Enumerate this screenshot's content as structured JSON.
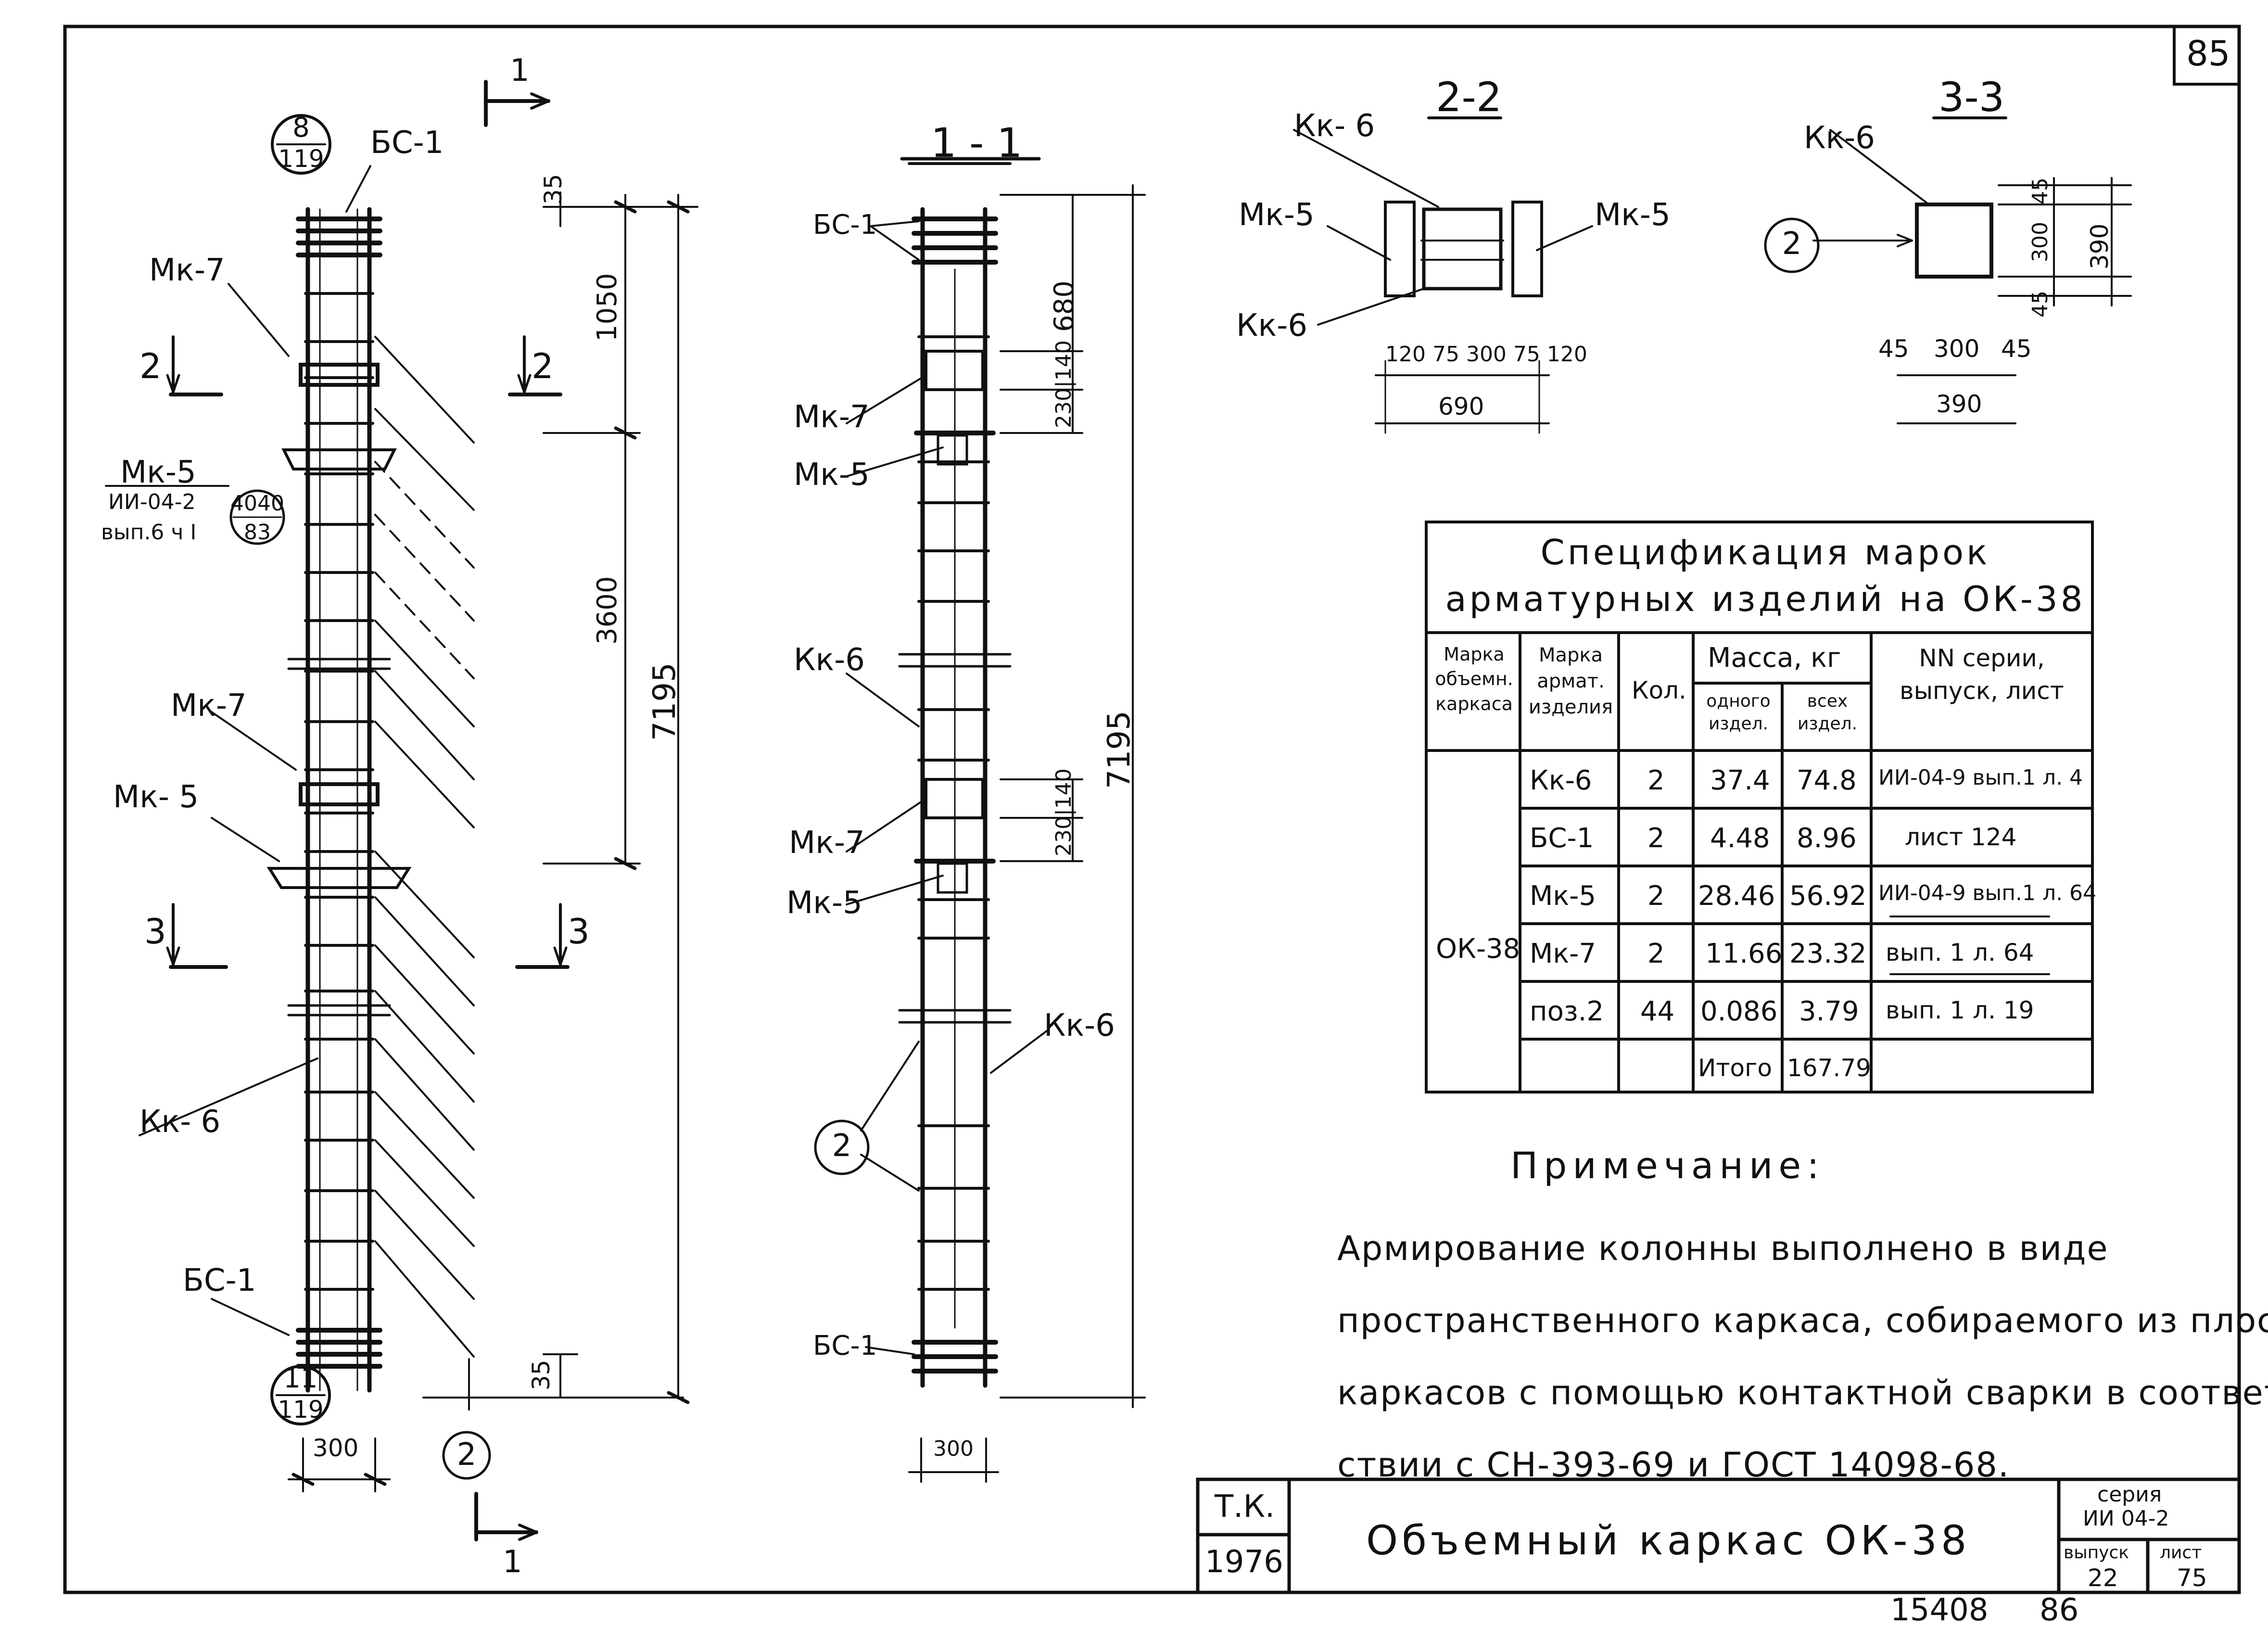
{
  "sheet": {
    "number": "85",
    "archive_number": "15408",
    "page_number": "86"
  },
  "elevation": {
    "section_mark_label_top": "1",
    "section_mark_label_bottom": "1",
    "top_callout": {
      "top": "8",
      "bottom": "119"
    },
    "bottom_callout": {
      "top": "11",
      "bottom": "119"
    },
    "mark_bs1_top": "БС-1",
    "mark_mk7_top": "Мк-7",
    "mark_mk5_top": "Мк-5",
    "mark_mk5_ref_line1": "ИИ-04-2",
    "mark_mk5_ref_line2": "вып.6 ч I",
    "mark_mk5_callout": {
      "top": "4040",
      "bottom": "83"
    },
    "mark_mk7_mid": "Мк-7",
    "mark_mk5_mid": "Мк- 5",
    "mark_kk6": "Кк- 6",
    "mark_bs1_bottom": "БС-1",
    "section22_left": "2",
    "section22_right": "2",
    "section33_left": "3",
    "section33_right": "3",
    "dim_35_top": "35",
    "dim_1050": "1050",
    "dim_3600": "3600",
    "dim_7195": "7195",
    "dim_35_bottom": "35",
    "dim_300": "300",
    "pos2_label": "2"
  },
  "section11": {
    "title": "1 - 1",
    "mark_bs1_top": "БС-1",
    "mark_mk7_top": "Мк-7",
    "mark_mk5_top": "Мк-5",
    "mark_kk6_left": "Кк-6",
    "mark_mk7_mid": "Мк-7",
    "mark_mk5_mid": "Мк-5",
    "mark_kk6_right": "Кк-6",
    "mark_bs1_bottom": "БС-1",
    "pos2_label": "2",
    "dim_680": "680",
    "dim_230_140_top": "230|140",
    "dim_230_140_mid": "230|140",
    "dim_7195": "7195",
    "dim_300": "300"
  },
  "section22": {
    "title": "2-2",
    "mark_kk6_top": "Кк- 6",
    "mark_mk5_left": "Мк-5",
    "mark_mk5_right": "Мк-5",
    "mark_kk6_bottom": "Кк-6",
    "dims_chain": "120 75  300 75 120",
    "dim_total": "690"
  },
  "section33": {
    "title": "3-3",
    "mark_kk6": "Кк-6",
    "pos2_label": "2",
    "dims_vertical": [
      "45",
      "300",
      "45"
    ],
    "dim_vertical_total": "390",
    "dims_horizontal": [
      "45",
      "300",
      "45"
    ],
    "dim_horizontal_total": "390"
  },
  "spec": {
    "title": "Спецификация марок арматурных изделий на ОК-38",
    "headers": {
      "volume_mark": "Марка объемн. каркаса",
      "rebar_mark": "Марка армат. изделия",
      "qty": "Кол.",
      "mass": "Масса, кг",
      "mass_one": "одного издел.",
      "mass_all": "всех издел.",
      "series": "NN серии, выпуск, лист"
    },
    "frame_mark": "ОК-38",
    "rows": [
      {
        "mark": "Кк-6",
        "qty": "2",
        "one": "37.4",
        "all": "74.8",
        "ref": "ИИ-04-9 вып.1 л. 4"
      },
      {
        "mark": "БС-1",
        "qty": "2",
        "one": "4.48",
        "all": "8.96",
        "ref": "лист 124"
      },
      {
        "mark": "Мк-5",
        "qty": "2",
        "one": "28.46",
        "all": "56.92",
        "ref": "ИИ-04-9 вып.1 л. 64"
      },
      {
        "mark": "Мк-7",
        "qty": "2",
        "one": "11.66",
        "all": "23.32",
        "ref": "вып. 1 л. 64"
      },
      {
        "mark": "поз.2",
        "qty": "44",
        "one": "0.086",
        "all": "3.79",
        "ref": "вып. 1 л. 19"
      }
    ],
    "total_label": "Итого",
    "total_value": "167.79"
  },
  "note": {
    "heading": "Примечание:",
    "lines": [
      "Армирование колонны выполнено в виде",
      "пространственного каркаса, собираемого из плоских",
      "каркасов с помощью контактной сварки в соответ-",
      "ствии с СН-393-69 и ГОСТ 14098-68."
    ]
  },
  "title_block": {
    "org": "Т.К.",
    "year": "1976",
    "title": "Объемный каркас ОК-38",
    "series_label": "серия",
    "series_value": "ИИ 04-2",
    "issue_label": "выпуск",
    "issue_value": "22",
    "sheet_label": "лист",
    "sheet_value": "75"
  }
}
